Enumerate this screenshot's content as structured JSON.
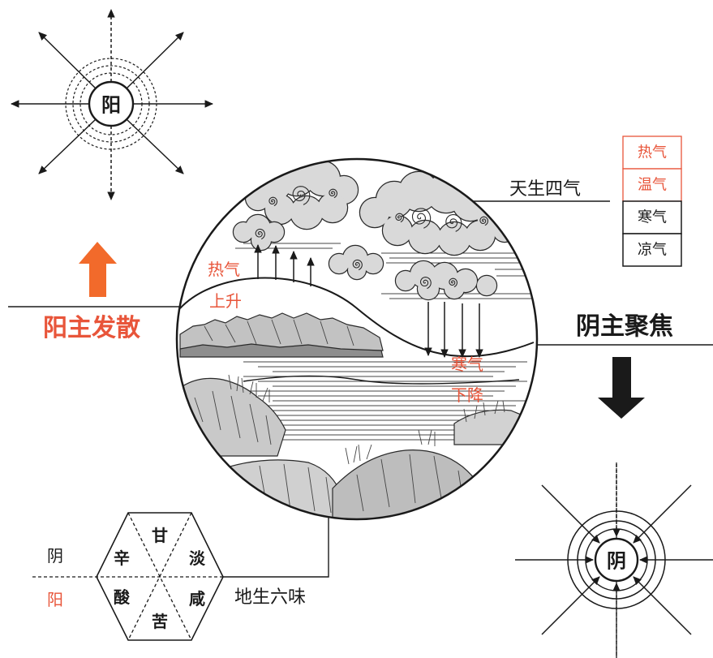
{
  "yang": {
    "symbol": "阳",
    "principle": "阳主发散",
    "icon": "radiating-arrows-icon"
  },
  "yin": {
    "symbol": "阴",
    "principle": "阴主聚焦",
    "icon": "converging-arrows-icon"
  },
  "heaven": {
    "label": "天生四气",
    "qi": [
      {
        "label": "热气",
        "color": "#e8553a"
      },
      {
        "label": "温气",
        "color": "#e8553a"
      },
      {
        "label": "寒气",
        "color": "#1a1a1a"
      },
      {
        "label": "凉气",
        "color": "#1a1a1a"
      }
    ]
  },
  "scene": {
    "rising": {
      "line1": "热气",
      "line2": "上升"
    },
    "falling": {
      "line1": "寒气",
      "line2": "下降"
    }
  },
  "earth": {
    "label": "地生六味",
    "yin": "阴",
    "yang": "阳",
    "flavors": {
      "top": "甘",
      "upper_right": "淡",
      "lower_right": "咸",
      "bottom": "苦",
      "lower_left": "酸",
      "upper_left": "辛"
    }
  },
  "colors": {
    "accent_red": "#e8553a",
    "arrow_orange": "#f26a2b",
    "ink": "#1a1a1a",
    "cloud_gray": "#d9d9d9"
  },
  "icons": {
    "up_arrow": "up-arrow-icon",
    "down_arrow": "down-arrow-icon"
  }
}
